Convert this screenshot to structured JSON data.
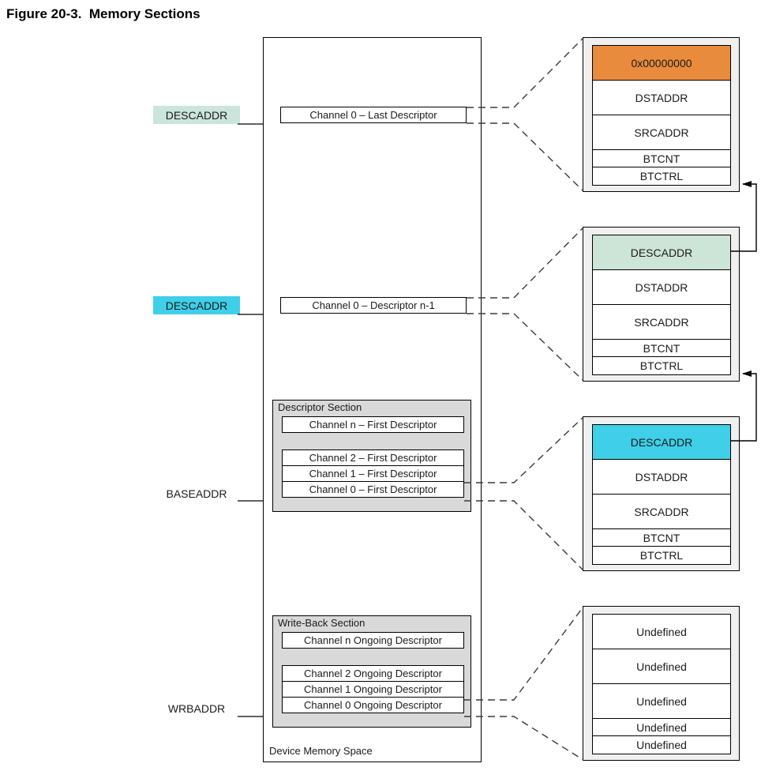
{
  "title": "Figure 20-3.  Memory Sections",
  "colors": {
    "orange": "#E98B3D",
    "block_green": "#CDE5D6",
    "cyan": "#3FCFE9",
    "label_green": "#CBE5DC",
    "section_gray": "#D9D9D9",
    "outer_gray": "#F0F0F0"
  },
  "left_labels": {
    "descaddr_last": "DESCADDR",
    "descaddr_n1": "DESCADDR",
    "baseaddr": "BASEADDR",
    "wrbaddr": "WRBADDR"
  },
  "memory_space": {
    "caption": "Device Memory Space",
    "channel0_last": "Channel 0 – Last Descriptor",
    "channel0_n1": "Channel 0 – Descriptor n-1",
    "descriptor_section": {
      "title": "Descriptor Section",
      "rows": [
        "Channel n – First Descriptor",
        "Channel 2 – First Descriptor",
        "Channel 1 – First Descriptor",
        "Channel 0 – First Descriptor"
      ]
    },
    "write_back_section": {
      "title": "Write-Back Section",
      "rows": [
        "Channel n Ongoing Descriptor",
        "Channel 2 Ongoing Descriptor",
        "Channel 1 Ongoing Descriptor",
        "Channel 0 Ongoing Descriptor"
      ]
    }
  },
  "descriptor_blocks": [
    {
      "name": "last-descriptor",
      "rows": [
        "0x00000000",
        "DSTADDR",
        "SRCADDR",
        "BTCNT",
        "BTCTRL"
      ]
    },
    {
      "name": "descriptor-n-1",
      "rows": [
        "DESCADDR",
        "DSTADDR",
        "SRCADDR",
        "BTCNT",
        "BTCTRL"
      ]
    },
    {
      "name": "first-descriptor",
      "rows": [
        "DESCADDR",
        "DSTADDR",
        "SRCADDR",
        "BTCNT",
        "BTCTRL"
      ]
    },
    {
      "name": "write-back",
      "rows": [
        "Undefined",
        "Undefined",
        "Undefined",
        "Undefined",
        "Undefined"
      ]
    }
  ]
}
